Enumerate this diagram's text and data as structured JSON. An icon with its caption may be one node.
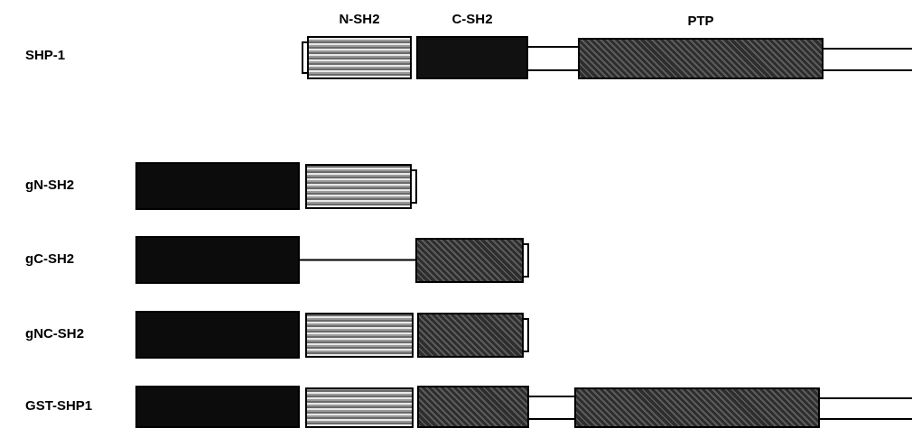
{
  "diagram": {
    "nodes": [
      {
        "text": [
          "N-SH2"
        ]
      },
      {
        "text": [
          "C-SH2"
        ]
      },
      {
        "text": [
          "PTP"
        ]
      },
      {
        "text": [],
        "shape": "box"
      },
      {
        "text": [],
        "shape": "box"
      },
      {
        "text": [],
        "shape": "box"
      },
      {
        "text": [],
        "shape": "box"
      },
      {
        "text": [],
        "shape": "box"
      },
      {
        "text": [],
        "shape": "box"
      },
      {
        "text": [],
        "shape": "box"
      },
      {
        "text": [],
        "shape": "box"
      },
      {
        "text": [],
        "shape": "box"
      },
      {
        "text": [],
        "shape": "box"
      },
      {
        "text": [],
        "shape": "box"
      }
    ],
    "edges": [
      {
        "from": 1,
        "to": 2,
        "arrow": "none"
      },
      {
        "from": 2,
        "to": null,
        "arrow": "none"
      },
      {
        "from": 5,
        "to": 6,
        "arrow": "none"
      },
      {
        "from": 12,
        "to": 13,
        "arrow": "none"
      },
      {
        "from": 13,
        "to": null,
        "arrow": "none"
      }
    ],
    "labels": [
      "SHP-1",
      "gN-SH2",
      "gC-SH2",
      "gNC-SH2",
      "GST-SHP1"
    ]
  }
}
